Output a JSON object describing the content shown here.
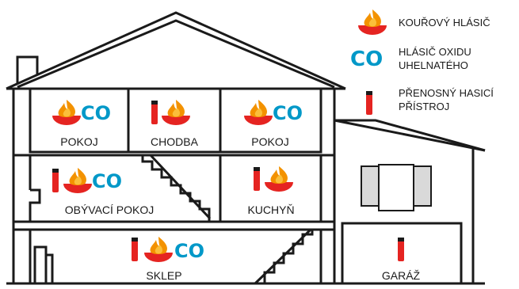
{
  "colors": {
    "outline": "#1a1a1a",
    "flame_outer": "#f39200",
    "flame_inner": "#fbbf3a",
    "smoke_base": "#e52421",
    "co_text": "#0098c8",
    "extinguisher": "#e52421",
    "extinguisher_cap": "#1a1a1a",
    "window": "#d9d9d9"
  },
  "legend": {
    "smoke": {
      "icon": "smoke-detector-icon",
      "label": "KOUŘOVÝ HLÁSIČ"
    },
    "co": {
      "icon_text": "CO",
      "label_line1": "HLÁSIČ OXIDU",
      "label_line2": "UHELNATÉHO"
    },
    "extinguisher": {
      "icon": "fire-extinguisher-icon",
      "label_line1": "PŘENOSNÝ HASICÍ",
      "label_line2": "PŘÍSTROJ"
    }
  },
  "rooms": {
    "pokoj_left": "POKOJ",
    "chodba": "CHODBA",
    "pokoj_right": "POKOJ",
    "obyvaci": "OBÝVACÍ POKOJ",
    "kuchyn": "KUCHYŇ",
    "sklep": "SKLEP",
    "garaz": "GARÁŽ"
  },
  "co_text": "CO"
}
